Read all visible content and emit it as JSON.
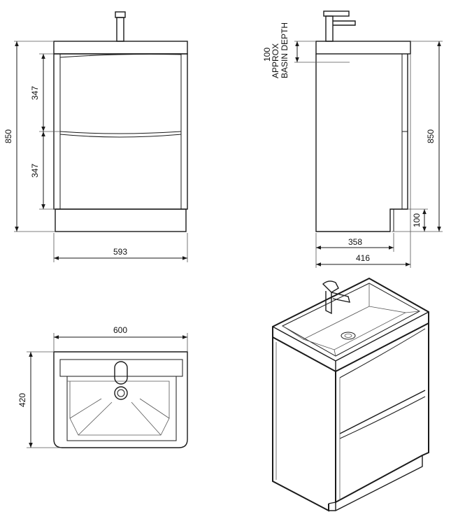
{
  "front_view": {
    "overall_height": "850",
    "drawer_upper_height": "347",
    "drawer_lower_height": "347",
    "width": "593"
  },
  "side_view": {
    "basin_note_line1": "100",
    "basin_note_line2": "APPROX",
    "basin_note_line3": "BASIN DEPTH",
    "overall_height": "850",
    "plinth_height": "100",
    "cabinet_depth": "358",
    "overall_depth": "416"
  },
  "top_view": {
    "width": "600",
    "depth": "420"
  }
}
